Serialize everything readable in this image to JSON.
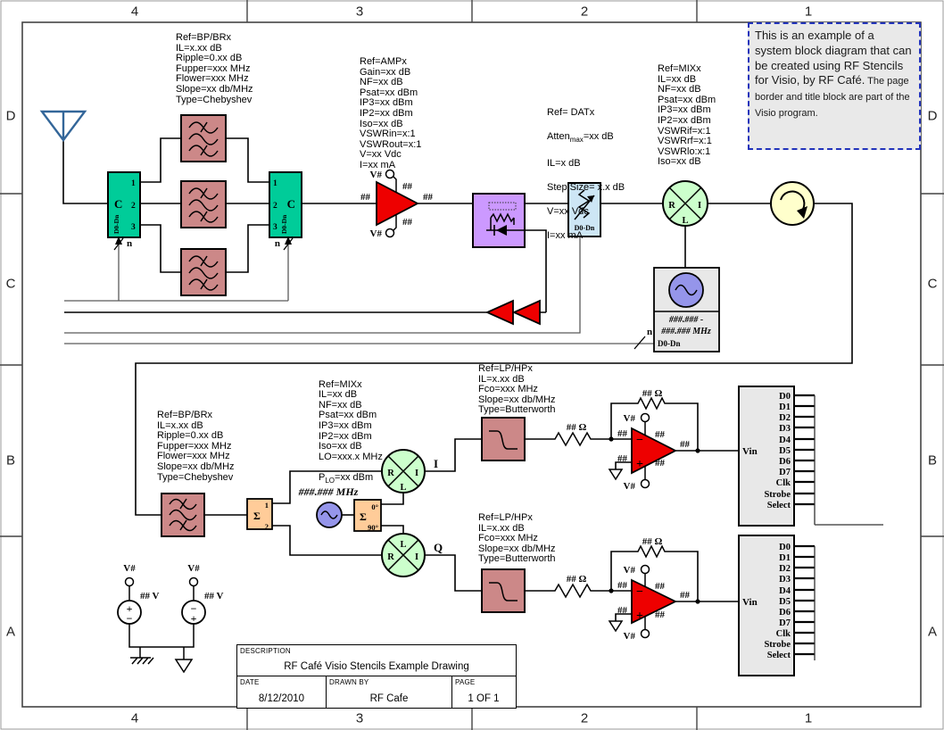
{
  "page": {
    "zone_cols": [
      "4",
      "3",
      "2",
      "1"
    ],
    "zone_rows": [
      "D",
      "C",
      "B",
      "A"
    ]
  },
  "note_box": {
    "main": "This is an example of a system block diagram that can be created using RF Stencils for Visio, by RF Café.",
    "secondary": " The page border and title block are part of the Visio program."
  },
  "title_block": {
    "description_label": "DESCRIPTION",
    "description": "RF Café Visio Stencils Example Drawing",
    "date_label": "DATE",
    "date": "8/12/2010",
    "drawn_by_label": "DRAWN BY",
    "drawn_by": "RF Cafe",
    "page_label": "PAGE",
    "page": "1 OF 1"
  },
  "specs": {
    "bpf_top": "Ref=BP/BRx\nIL=x.xx dB\nRipple=0.xx dB\nFupper=xxx MHz\nFlower=xxx MHz\nSlope=xx db/MHz\nType=Chebyshev",
    "amp": "Ref=AMPx\nGain=xx dB\nNF=xx dB\nPsat=xx dBm\nIP3=xx dBm\nIP2=xx dBm\nIso=xx dB\nVSWRin=x:1\nVSWRout=x:1\nV=xx Vdc\nI=xx mA",
    "dat": {
      "l1": "Ref= DATx",
      "l2_base": "Atten",
      "l2_sub": "max",
      "l2_rest": "=xx dB",
      "l3": "IL=x dB",
      "l4": "Step Size= x.x dB",
      "l5": "V=xx Vdc",
      "l6": "I=xx mA"
    },
    "mix_rf": "Ref=MIXx\nIL=xx dB\nNF=xx dB\nPsat=xx dBm\nIP3=xx dBm\nIP2=xx dBm\nVSWRif=x:1\nVSWRrf=x:1\nVSWRlo:x:1\nIso=xx dB",
    "mix_iq": {
      "body": "Ref=MIXx\nIL=xx dB\nNF=xx dB\nPsat=xx dBm\nIP3=xx dBm\nIP2=xx dBm\nIso=xx dB\nLO=xxx.x MHz",
      "last_base": "P",
      "last_sub": "LO",
      "last_rest": "=xx dBm"
    },
    "bpf_iq": "Ref=BP/BRx\nIL=x.xx dB\nRipple=0.xx dB\nFupper=xxx MHz\nFlower=xxx MHz\nSlope=xx db/MHz\nType=Chebyshev",
    "lpf_i": "Ref=LP/HPx\nIL=x.xx dB\nFco=xxx MHz\nSlope=xx db/MHz\nType=Butterworth",
    "lpf_q": "Ref=LP/HPx\nIL=x.xx dB\nFco=xxx MHz\nSlope=xx db/MHz\nType=Butterworth"
  },
  "labels": {
    "v_terminal": "V#",
    "pin": "##",
    "res_ohms": "## Ω",
    "supply_volts": "## V",
    "bus_n": "n",
    "plus": "+",
    "minus": "−",
    "sum": "Σ",
    "deg_0": "0°",
    "deg_90": "90°",
    "mix_r": "R",
    "mix_l": "L",
    "mix_i": "I",
    "switch_c": "C",
    "p1": "1",
    "p2": "2",
    "p3": "3",
    "bus_name": "D0-Dn",
    "i_out": "I",
    "q_out": "Q",
    "lo_freq": "###.### MHz",
    "synth_range_1": "###.### -",
    "synth_range_2": "###.### MHz"
  },
  "adc": {
    "input": "Vin",
    "pins": [
      "D0",
      "D1",
      "D2",
      "D3",
      "D4",
      "D5",
      "D6",
      "D7",
      "Clk",
      "Strobe",
      "Select"
    ]
  },
  "colors": {
    "switch_green": "#00cc99",
    "filter_pink": "#cc8888",
    "amp_red": "#ee0000",
    "detector_purple": "#cc99ff",
    "attenuator_blue": "#cde6f5",
    "mixer_green": "#ccffcc",
    "circulator_yellow": "#ffffcc",
    "osc_purple": "#9595ea",
    "hybrid_orange": "#ffcc99",
    "box_gray": "#e8e8e8",
    "antenna_blue": "#336699",
    "note_border_blue": "#2233bb"
  }
}
